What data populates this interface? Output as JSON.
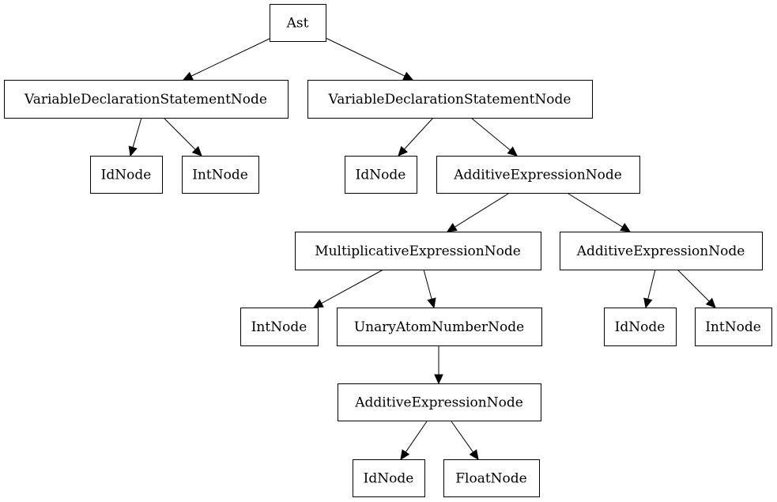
{
  "diagram": {
    "nodes": [
      {
        "id": "n0",
        "label": "Ast"
      },
      {
        "id": "n1",
        "label": "VariableDeclarationStatementNode"
      },
      {
        "id": "n2",
        "label": "VariableDeclarationStatementNode"
      },
      {
        "id": "n3",
        "label": "IdNode"
      },
      {
        "id": "n4",
        "label": "IntNode"
      },
      {
        "id": "n5",
        "label": "IdNode"
      },
      {
        "id": "n6",
        "label": "AdditiveExpressionNode"
      },
      {
        "id": "n7",
        "label": "MultiplicativeExpressionNode"
      },
      {
        "id": "n8",
        "label": "AdditiveExpressionNode"
      },
      {
        "id": "n9",
        "label": "IntNode"
      },
      {
        "id": "n10",
        "label": "UnaryAtomNumberNode"
      },
      {
        "id": "n11",
        "label": "IdNode"
      },
      {
        "id": "n12",
        "label": "IntNode"
      },
      {
        "id": "n13",
        "label": "AdditiveExpressionNode"
      },
      {
        "id": "n14",
        "label": "IdNode"
      },
      {
        "id": "n15",
        "label": "FloatNode"
      }
    ],
    "edges": [
      {
        "from": "n0",
        "to": "n1"
      },
      {
        "from": "n0",
        "to": "n2"
      },
      {
        "from": "n1",
        "to": "n3"
      },
      {
        "from": "n1",
        "to": "n4"
      },
      {
        "from": "n2",
        "to": "n5"
      },
      {
        "from": "n2",
        "to": "n6"
      },
      {
        "from": "n6",
        "to": "n7"
      },
      {
        "from": "n6",
        "to": "n8"
      },
      {
        "from": "n7",
        "to": "n9"
      },
      {
        "from": "n7",
        "to": "n10"
      },
      {
        "from": "n8",
        "to": "n11"
      },
      {
        "from": "n8",
        "to": "n12"
      },
      {
        "from": "n10",
        "to": "n13"
      },
      {
        "from": "n13",
        "to": "n14"
      },
      {
        "from": "n13",
        "to": "n15"
      }
    ]
  }
}
